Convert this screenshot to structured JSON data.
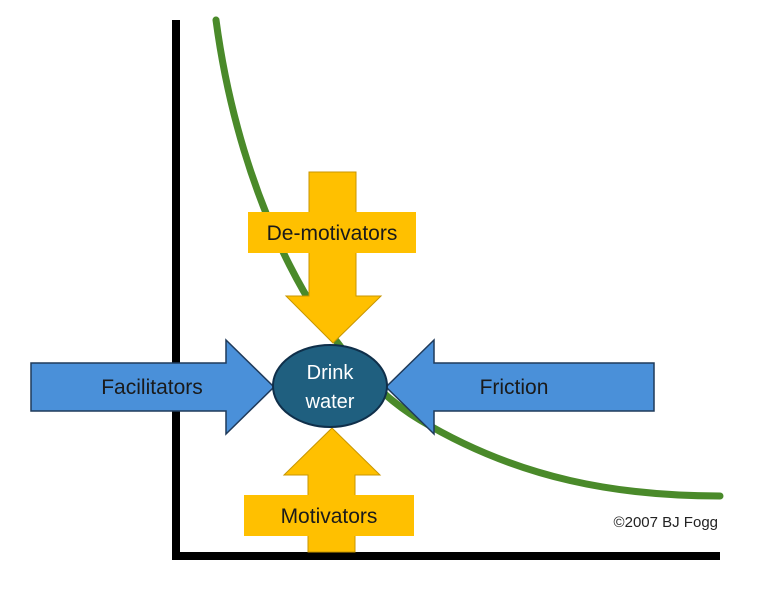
{
  "diagram": {
    "center_label_line1": "Drink",
    "center_label_line2": "water",
    "top_arrow_label": "De-motivators",
    "bottom_arrow_label": "Motivators",
    "left_arrow_label": "Facilitators",
    "right_arrow_label": "Friction",
    "copyright": "©2007 BJ Fogg"
  },
  "colors": {
    "axis": "#000000",
    "curve": "#4a8a2a",
    "vertical_arrow_fill": "#ffc000",
    "horizontal_arrow_fill": "#4a90d9",
    "horizontal_arrow_stroke": "#1f3a5a",
    "center_fill": "#1f5f7f",
    "center_stroke": "#0f2f4a"
  }
}
